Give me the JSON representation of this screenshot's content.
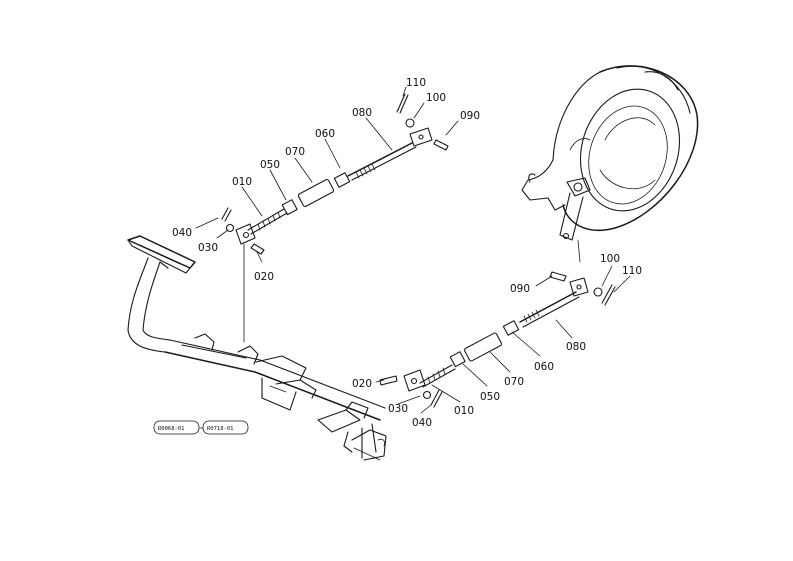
{
  "labels": {
    "p110_top": "110",
    "p100_top": "100",
    "p090_top": "090",
    "p080_top": "080",
    "p060_top": "060",
    "p070_top": "070",
    "p050_top": "050",
    "p010_top": "010",
    "p040_top": "040",
    "p030_top": "030",
    "p020_top": "020",
    "p100_bot": "100",
    "p110_bot": "110",
    "p090_bot": "090",
    "p080_bot": "080",
    "p060_bot": "060",
    "p070_bot": "070",
    "p050_bot": "050",
    "p010_bot": "010",
    "p020_bot": "020",
    "p030_bot": "030",
    "p040_bot": "040"
  },
  "references": {
    "ref_left": "R0068-01",
    "ref_right": "R0718-01"
  }
}
